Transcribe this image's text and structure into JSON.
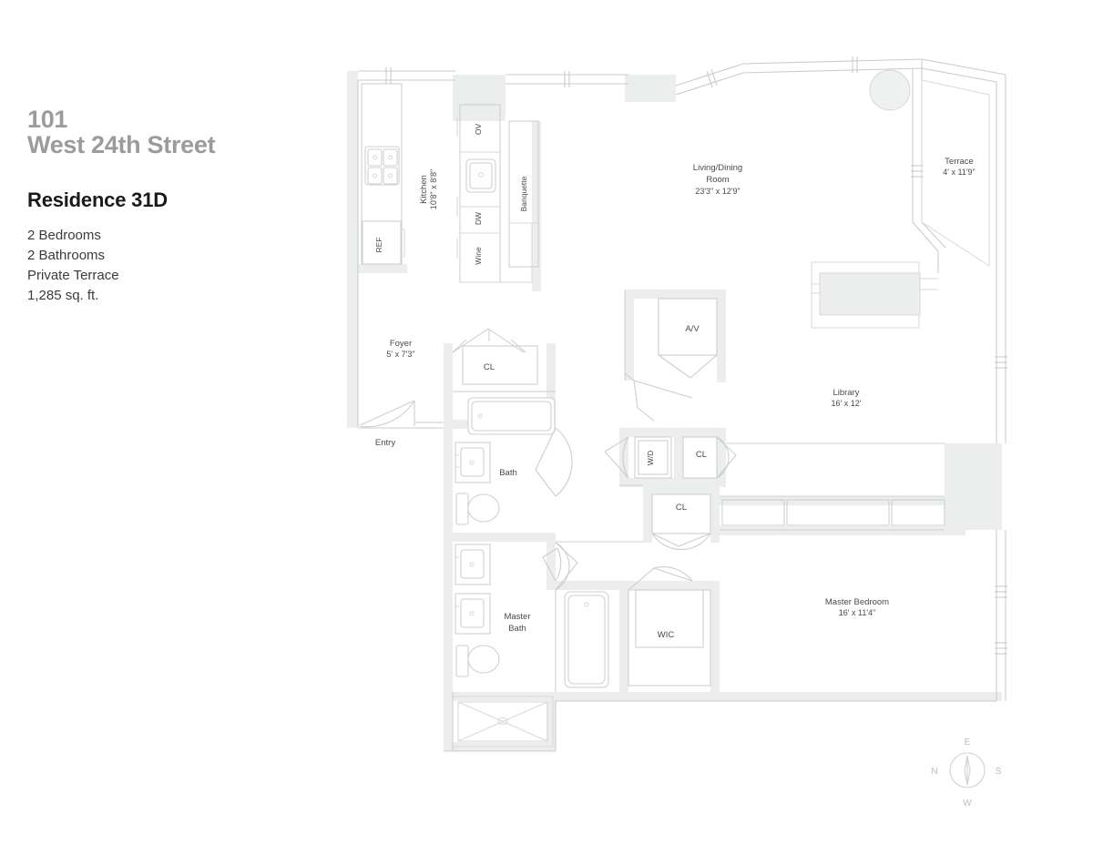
{
  "title_block": {
    "building_line1": "101",
    "building_line2": "West 24th Street",
    "residence": "Residence 31D",
    "facts": [
      "2 Bedrooms",
      "2 Bathrooms",
      "Private Terrace",
      "1,285 sq. ft."
    ]
  },
  "rooms": {
    "kitchen": {
      "name": "Kitchen",
      "dim": "10'8\" x 8'8\""
    },
    "living_dining": {
      "name_line1": "Living/Dining",
      "name_line2": "Room",
      "dim": "23'3\" x 12'9\""
    },
    "terrace": {
      "name": "Terrace",
      "dim": "4' x 11'9\""
    },
    "foyer": {
      "name": "Foyer",
      "dim": "5' x 7'3\""
    },
    "library": {
      "name": "Library",
      "dim": "16' x 12'"
    },
    "master_bedroom": {
      "name": "Master Bedroom",
      "dim": "16' x 11'4\""
    },
    "bath": {
      "name": "Bath"
    },
    "master_bath": {
      "name_line1": "Master",
      "name_line2": "Bath"
    }
  },
  "labels": {
    "entry": "Entry",
    "ref": "REF",
    "ov": "OV",
    "dw": "DW",
    "wine": "Wine",
    "banquette": "Banquette",
    "av": "A/V",
    "wd": "W/D",
    "wic": "WIC",
    "closet_foyer": "CL",
    "closet_hall_upper": "CL",
    "closet_hall_lower": "CL"
  },
  "compass": {
    "top": "E",
    "left": "N",
    "right": "S",
    "bottom": "W"
  },
  "colors": {
    "wall_fill": "#eceded",
    "wall_line": "#c9cccd",
    "text": "#4a4a4a",
    "title_gray": "#9b9b9b",
    "title_black": "#1a1a1a",
    "background": "#ffffff"
  }
}
